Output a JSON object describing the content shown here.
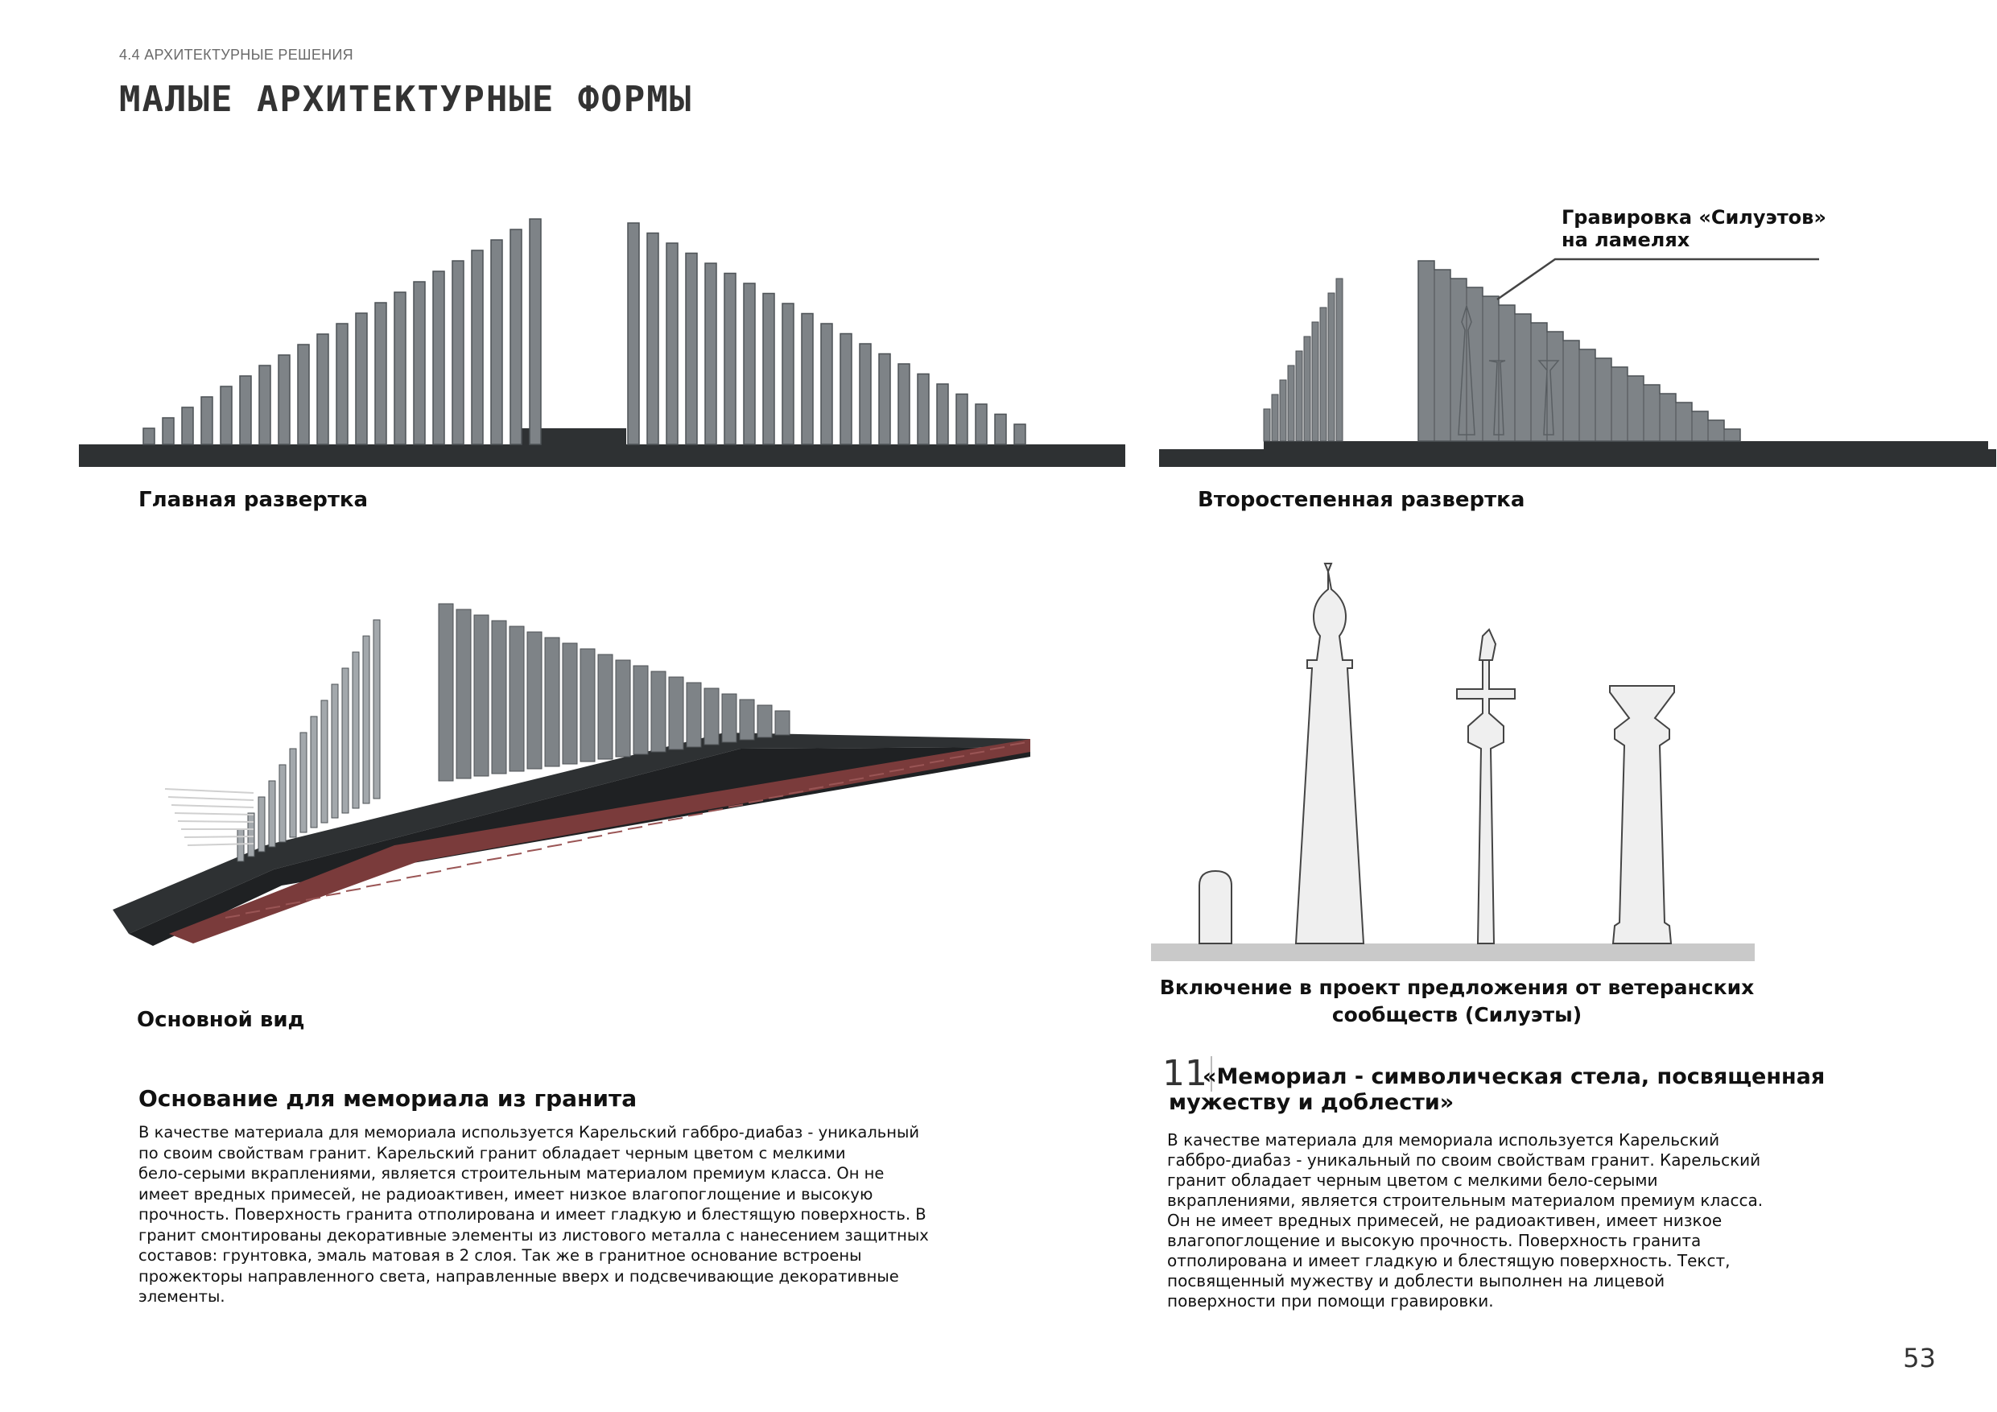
{
  "header": {
    "section": "4.4 АРХИТЕКТУРНЫЕ РЕШЕНИЯ",
    "title": "МАЛЫЕ АРХИТЕКТУРНЫЕ ФОРМЫ"
  },
  "figures": {
    "main_elevation": "Главная развертка",
    "secondary_elevation": "Второстепенная развертка",
    "main_view": "Основной вид",
    "engraving_note_line1": "Гравировка «Силуэтов»",
    "engraving_note_line2": "на ламелях",
    "silhouettes_caption_line1": "Включение в проект предложения от ветеранских",
    "silhouettes_caption_line2": "сообществ (Силуэты)"
  },
  "left_block": {
    "heading": "Основание для мемориала из гранита",
    "lines": [
      "В качестве материала для мемориала используется Карельский габбро-диабаз - уникальный",
      "по своим свойствам гранит. Карельский гранит обладает черным цветом с мелкими",
      "бело-серыми вкраплениями, является строительным материалом премиум класса. Он не",
      "имеет вредных примесей, не радиоактивен, имеет низкое влагопоглощение и высокую",
      "прочность. Поверхность гранита отполирована и имеет гладкую и блестящую поверхность. В",
      "гранит смонтированы декоративные элементы из листового металла с нанесением защитных",
      "составов: грунтовка, эмаль матовая в 2 слоя. Так же в гранитное основание встроены",
      "прожекторы направленного света, направленные вверх и подсвечивающие декоративные",
      "элементы."
    ]
  },
  "right_block": {
    "number": "11",
    "heading_line1": "«Мемориал - символическая стела, посвященная",
    "heading_line2": "мужеству и доблести»",
    "lines": [
      "В качестве материала для мемориала используется Карельский",
      "габбро-диабаз - уникальный по своим свойствам гранит. Карельский",
      "гранит обладает черным цветом с мелкими бело-серыми",
      "вкраплениями, является строительным материалом премиум класса.",
      "Он не имеет вредных примесей, не радиоактивен, имеет низкое",
      "влагопоглощение и высокую прочность. Поверхность гранита",
      "отполирована и имеет гладкую и блестящую поверхность. Текст,",
      "посвященный мужеству и доблести выполнен на лицевой",
      "поверхности при помощи гравировки."
    ]
  },
  "page_number": "53",
  "colors": {
    "lamella": "#7e8387",
    "lamella_dark": "#4d5256",
    "granite_base": "#2e3133",
    "red_granite": "#7a3b3b",
    "silhouette_fill": "#efefef",
    "ground": "#c9c9c9"
  }
}
